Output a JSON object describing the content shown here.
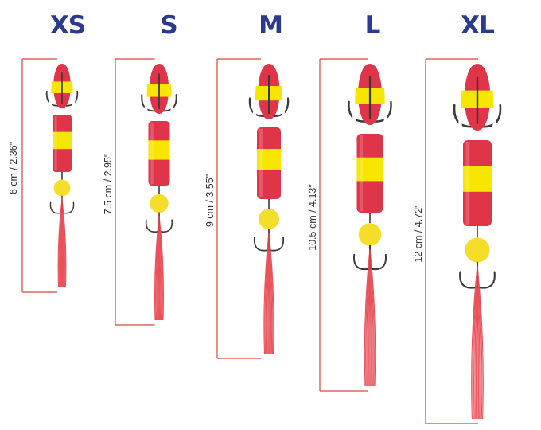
{
  "colors": {
    "size_label": "#2a3a8c",
    "body_red": "#e03448",
    "body_yellow": "#f7e600",
    "bead_yellow": "#f5de2a",
    "hook": "#3a3a3a",
    "tail": "#e8404a",
    "measure_line": "#d24a3a"
  },
  "icons": [
    "treble-hook-icon",
    "foam-body-icon",
    "bead-icon",
    "tail-icon"
  ],
  "lures": [
    {
      "size": "XS",
      "length_label": "6 cm / 2.36\""
    },
    {
      "size": "S",
      "length_label": "7.5 cm / 2.95\""
    },
    {
      "size": "M",
      "length_label": "9 cm / 3.55\""
    },
    {
      "size": "L",
      "length_label": "10.5 cm / 4.13\""
    },
    {
      "size": "XL",
      "length_label": "12 cm / 4.72\""
    }
  ]
}
